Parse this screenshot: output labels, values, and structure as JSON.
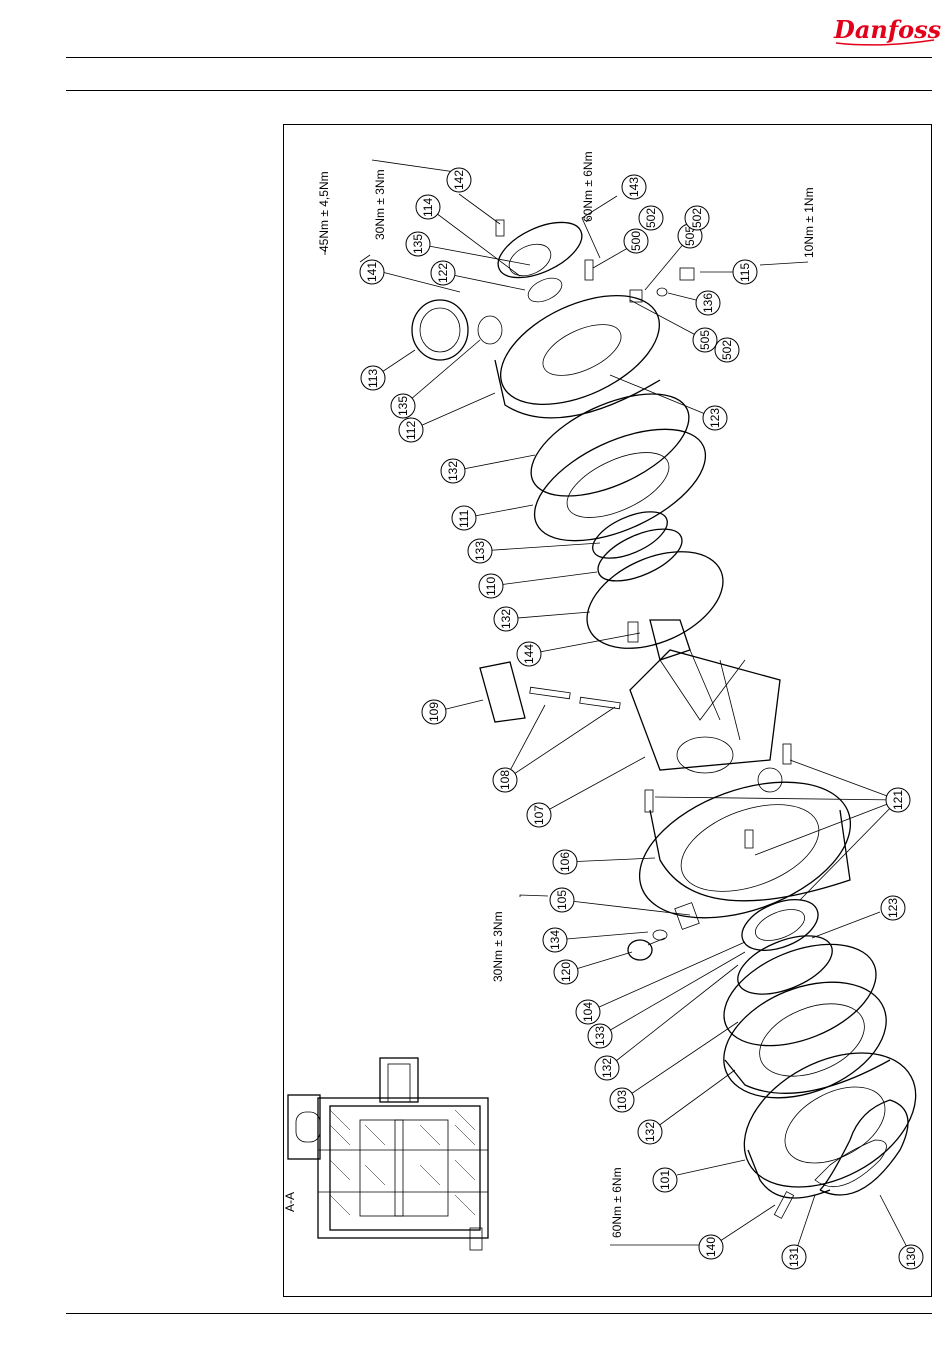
{
  "header": {
    "logo_text": "Danfoss",
    "brand_color": "#e2001a"
  },
  "section_view": {
    "label": "A-A"
  },
  "torques": {
    "t141": "45Nm ± 4,5Nm",
    "t142": "30Nm ± 3Nm",
    "t143": "60Nm ± 6Nm",
    "t115": "10Nm ± 1Nm",
    "t105": "30Nm ± 3Nm",
    "t140": "60Nm ± 6Nm"
  },
  "callouts": [
    "142",
    "114",
    "135",
    "122",
    "141",
    "113",
    "135",
    "112",
    "132",
    "111",
    "133",
    "110",
    "132",
    "144",
    "109",
    "108",
    "107",
    "106",
    "105",
    "134",
    "120",
    "104",
    "133",
    "132",
    "103",
    "132",
    "101",
    "140",
    "131",
    "130",
    "123",
    "121",
    "123",
    "505",
    "502",
    "136",
    "115",
    "505",
    "502",
    "500",
    "502",
    "143"
  ]
}
